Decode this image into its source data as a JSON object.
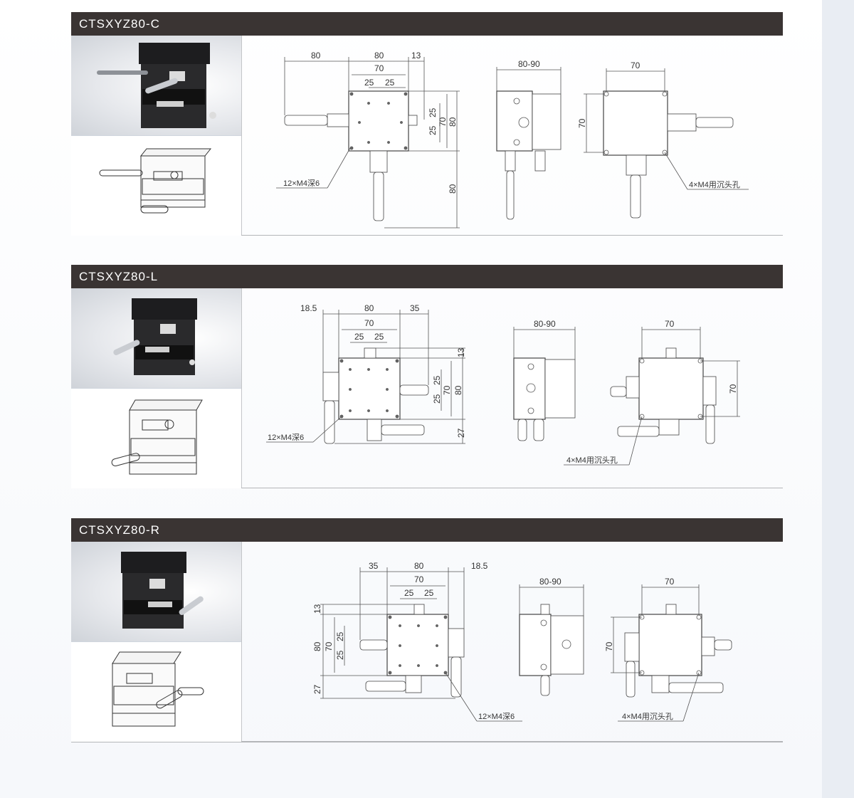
{
  "sections": [
    {
      "title": "CTSXYZ80-C",
      "dims": {
        "d80a": "80",
        "d80b": "80",
        "d13": "13",
        "d70": "70",
        "d25a": "25",
        "d25b": "25",
        "v25a": "25",
        "v25b": "25",
        "v70": "70",
        "v80": "80",
        "v80b": "80",
        "side_w": "80-90",
        "right_w": "70",
        "right_h": "70"
      },
      "callout_left": "12×M4深6",
      "callout_right": "4×M4用沉头孔"
    },
    {
      "title": "CTSXYZ80-L",
      "dims": {
        "d185": "18.5",
        "d80": "80",
        "d35": "35",
        "d70": "70",
        "d25a": "25",
        "d25b": "25",
        "v13": "13",
        "v25a": "25",
        "v25b": "25",
        "v70": "70",
        "v80": "80",
        "v27": "27",
        "side_w": "80-90",
        "right_w": "70",
        "right_h": "70"
      },
      "callout_left": "12×M4深6",
      "callout_right": "4×M4用沉头孔"
    },
    {
      "title": "CTSXYZ80-R",
      "dims": {
        "d35": "35",
        "d80": "80",
        "d185": "18.5",
        "d70": "70",
        "d25a": "25",
        "d25b": "25",
        "v13": "13",
        "v80": "80",
        "v70": "70",
        "v25a": "25",
        "v25b": "25",
        "v27": "27",
        "side_w": "80-90",
        "right_w": "70",
        "right_h": "70"
      },
      "callout_left": "12×M4深6",
      "callout_right": "4×M4用沉头孔"
    }
  ]
}
